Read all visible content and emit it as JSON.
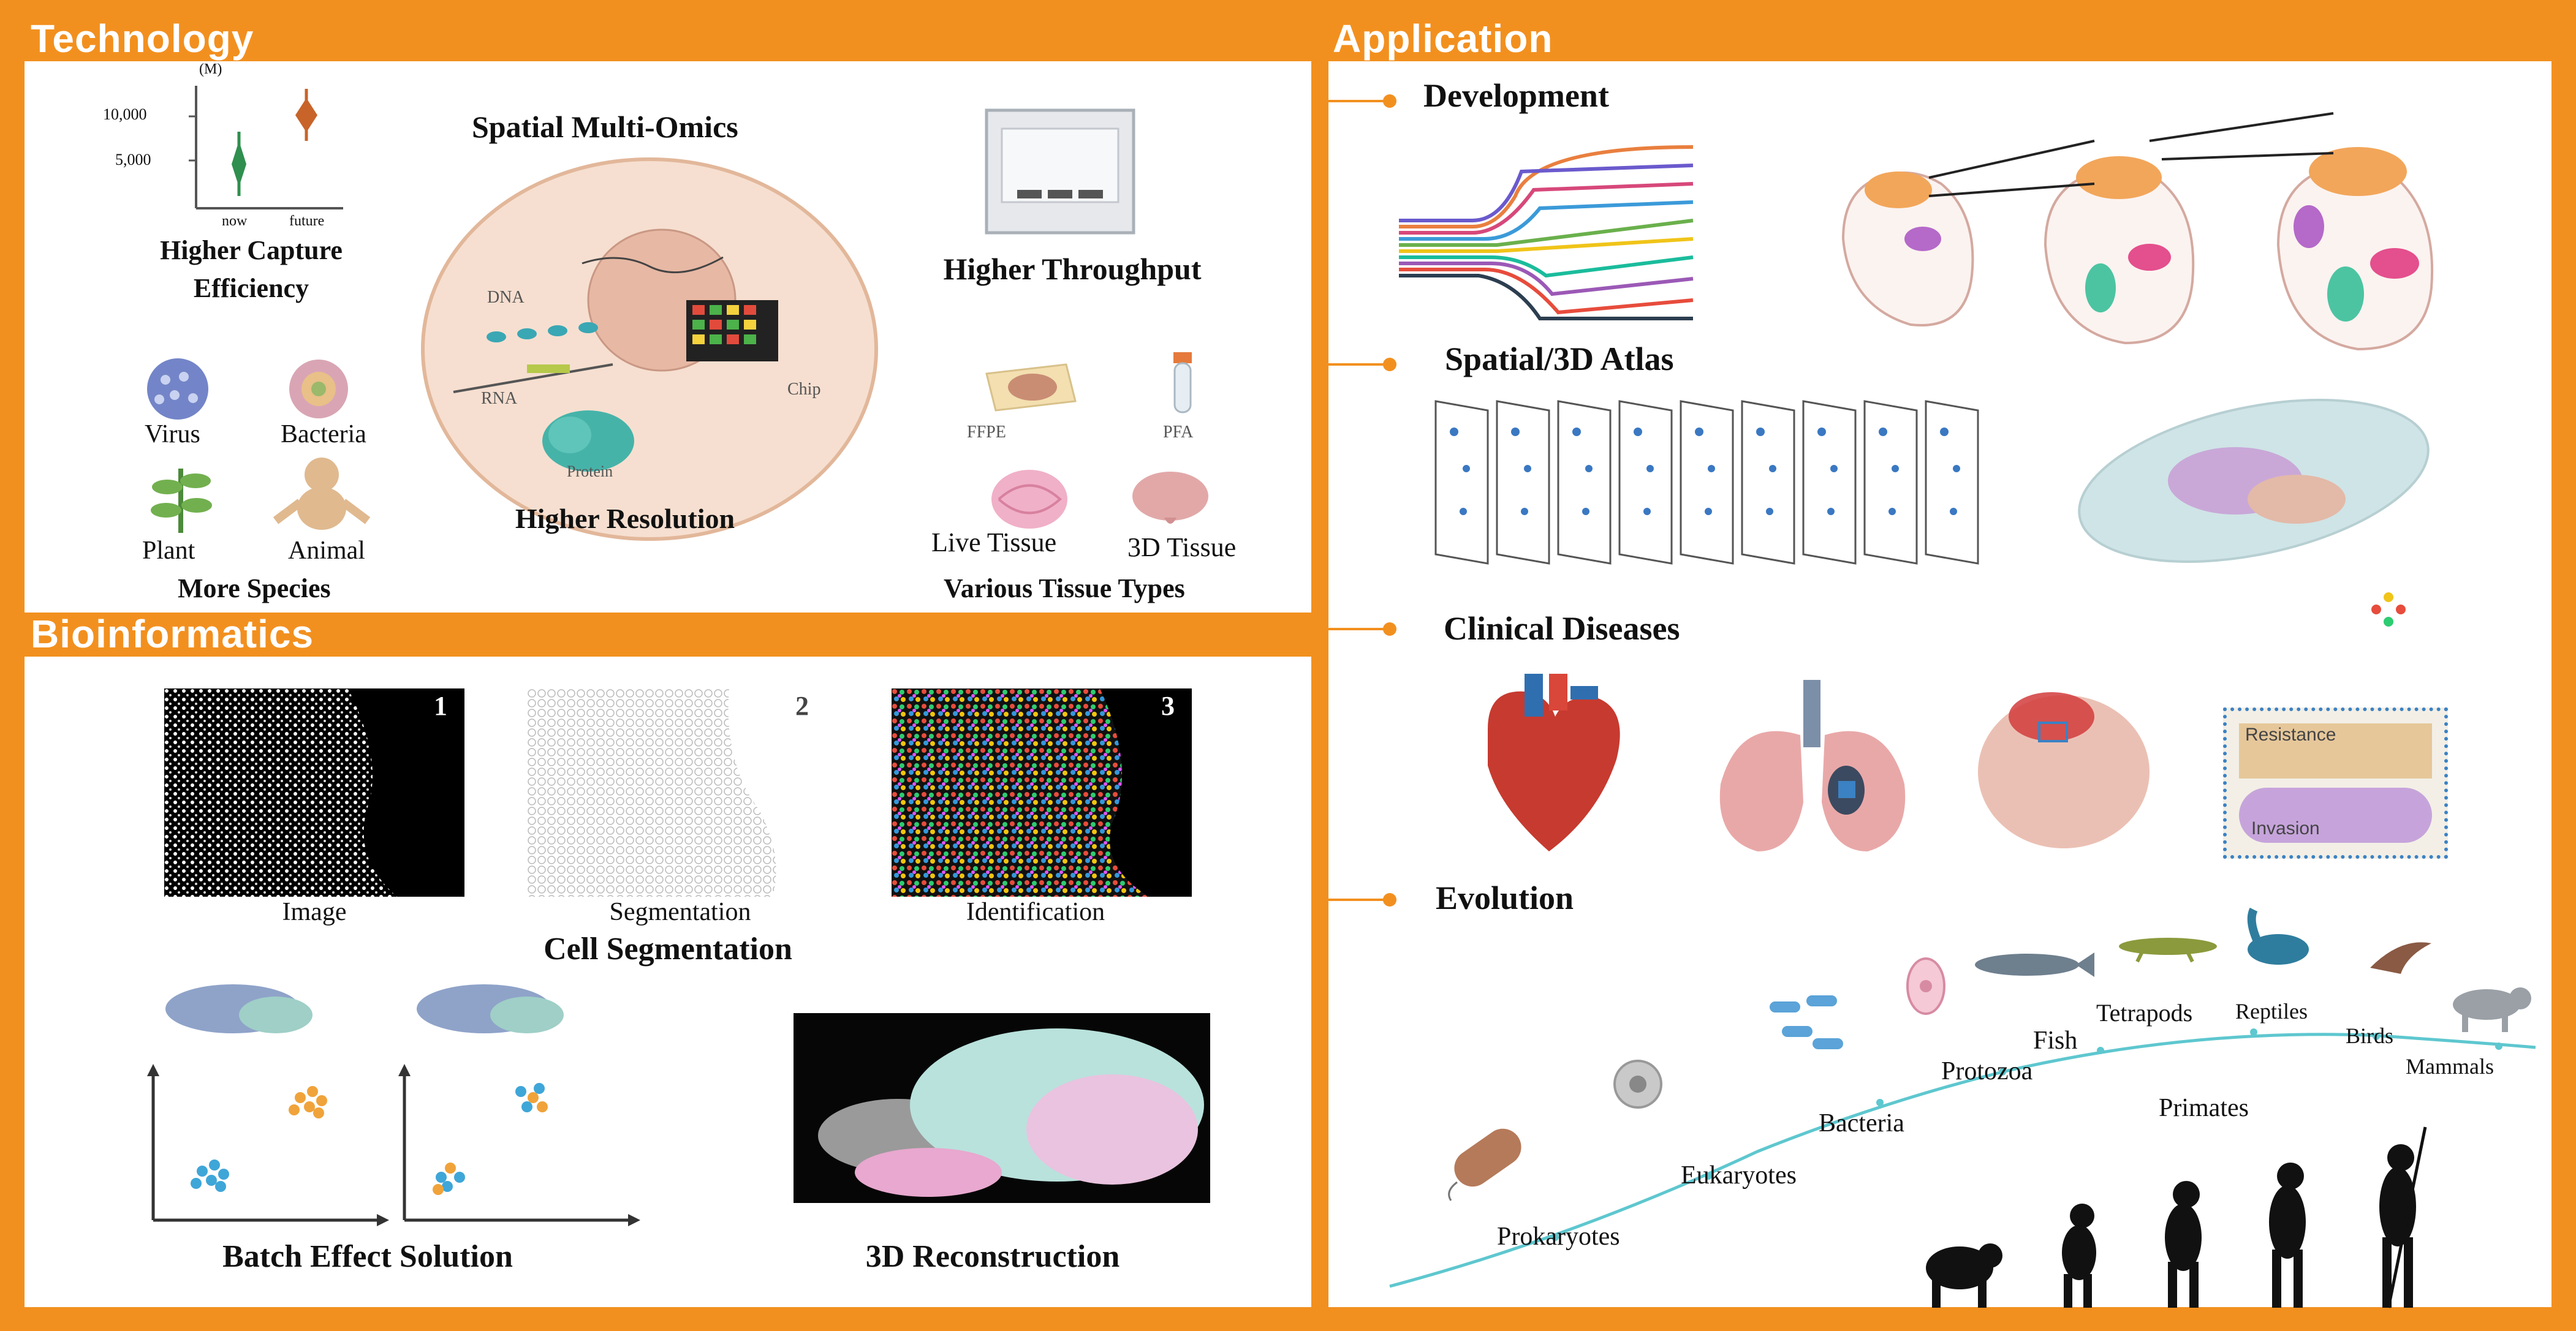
{
  "panels": {
    "technology": {
      "header": "Technology",
      "capture": {
        "tick_high": "10,000",
        "tick_low": "5,000",
        "x_now": "now",
        "x_future": "future",
        "y_unit": "(M)",
        "label_line1": "Higher  Capture",
        "label_line2": "Efficiency"
      },
      "spatial_title": "Spatial Multi-Omics",
      "cell_labels": {
        "dna": "DNA",
        "rna": "RNA",
        "protein": "Protein",
        "chip": "Chip"
      },
      "resolution": "Higher  Resolution",
      "throughput": "Higher Throughput",
      "species": {
        "virus": "Virus",
        "bacteria": "Bacteria",
        "plant": "Plant",
        "animal": "Animal",
        "caption": "More Species"
      },
      "tissues": {
        "ffpe": "FFPE",
        "pfa": "PFA",
        "live": "Live  Tissue",
        "three_d": "3D  Tissue",
        "caption": "Various Tissue Types"
      }
    },
    "bioinformatics": {
      "header": "Bioinformatics",
      "steps": [
        {
          "num": "1",
          "label": "Image"
        },
        {
          "num": "2",
          "label": "Segmentation"
        },
        {
          "num": "3",
          "label": "Identification"
        }
      ],
      "cell_segmentation": "Cell Segmentation",
      "batch_effect": "Batch Effect Solution",
      "reconstruction": "3D Reconstruction"
    },
    "application": {
      "header": "Application",
      "sections": [
        "Development",
        "Spatial/3D Atlas",
        "Clinical Diseases",
        "Evolution"
      ],
      "disease_labels": {
        "resistance": "Resistance",
        "invasion": "Invasion"
      },
      "evolution": [
        "Prokaryotes",
        "Eukaryotes",
        "Bacteria",
        "Protozoa",
        "Fish",
        "Tetrapods",
        "Reptiles",
        "Birds",
        "Mammals",
        "Primates"
      ]
    }
  },
  "colors": {
    "frame": "#f2901f",
    "accent_line": "#5ec7cf"
  }
}
